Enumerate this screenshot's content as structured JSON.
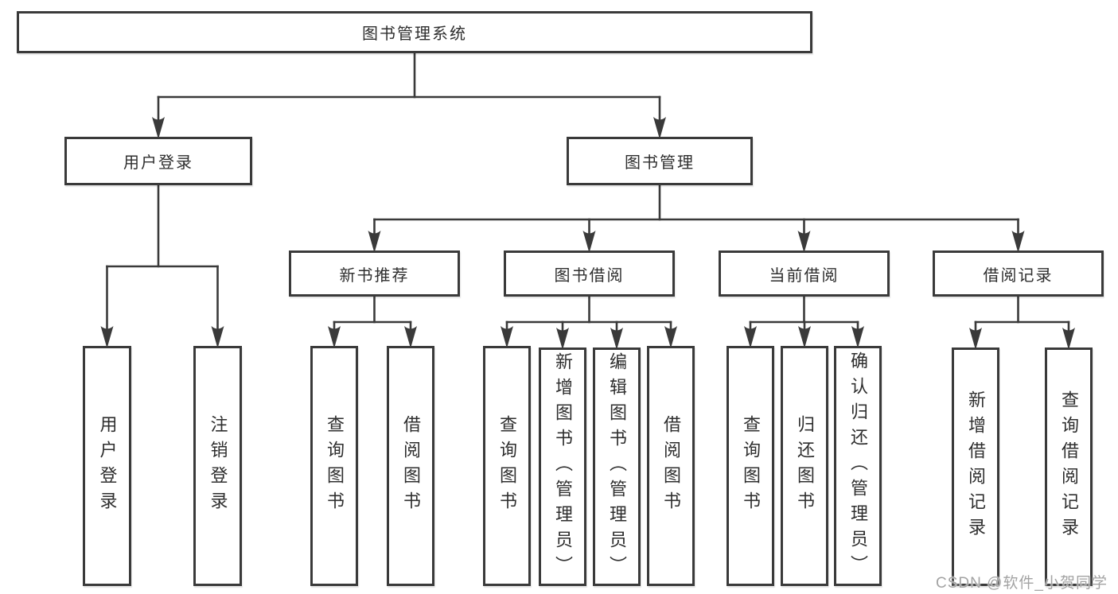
{
  "diagram": {
    "type": "tree",
    "title": "图书管理系统",
    "nodes": [
      {
        "id": "root",
        "label": "图书管理系统",
        "parent": null
      },
      {
        "id": "user-login-group",
        "label": "用户登录",
        "parent": "root"
      },
      {
        "id": "book-mgmt",
        "label": "图书管理",
        "parent": "root"
      },
      {
        "id": "login",
        "label": "用户登录",
        "parent": "user-login-group"
      },
      {
        "id": "logout",
        "label": "注销登录",
        "parent": "user-login-group"
      },
      {
        "id": "new-book-rec",
        "label": "新书推荐",
        "parent": "book-mgmt"
      },
      {
        "id": "book-borrow",
        "label": "图书借阅",
        "parent": "book-mgmt"
      },
      {
        "id": "current-borrow",
        "label": "当前借阅",
        "parent": "book-mgmt"
      },
      {
        "id": "borrow-records",
        "label": "借阅记录",
        "parent": "book-mgmt"
      },
      {
        "id": "rec-query-book",
        "label": "查询图书",
        "parent": "new-book-rec"
      },
      {
        "id": "rec-borrow-book",
        "label": "借阅图书",
        "parent": "new-book-rec"
      },
      {
        "id": "bb-query-book",
        "label": "查询图书",
        "parent": "book-borrow"
      },
      {
        "id": "bb-add-book",
        "label": "新增图书（管理员）",
        "parent": "book-borrow"
      },
      {
        "id": "bb-edit-book",
        "label": "编辑图书（管理员）",
        "parent": "book-borrow"
      },
      {
        "id": "bb-borrow-book",
        "label": "借阅图书",
        "parent": "book-borrow"
      },
      {
        "id": "cb-query-book",
        "label": "查询图书",
        "parent": "current-borrow"
      },
      {
        "id": "cb-return-book",
        "label": "归还图书",
        "parent": "current-borrow"
      },
      {
        "id": "cb-confirm-return",
        "label": "确认归还（管理员）",
        "parent": "current-borrow"
      },
      {
        "id": "br-add-record",
        "label": "新增借阅记录",
        "parent": "borrow-records"
      },
      {
        "id": "br-query-record",
        "label": "查询借阅记录",
        "parent": "borrow-records"
      }
    ],
    "watermark": "CSDN @软件_小贺同学",
    "colors": {
      "line": "#3a3a3a",
      "box_border": "#3a3a3a",
      "box_fill": "#ffffff",
      "text": "#2e2e2e",
      "watermark": "#a3a3a3",
      "background": "#ffffff"
    }
  }
}
